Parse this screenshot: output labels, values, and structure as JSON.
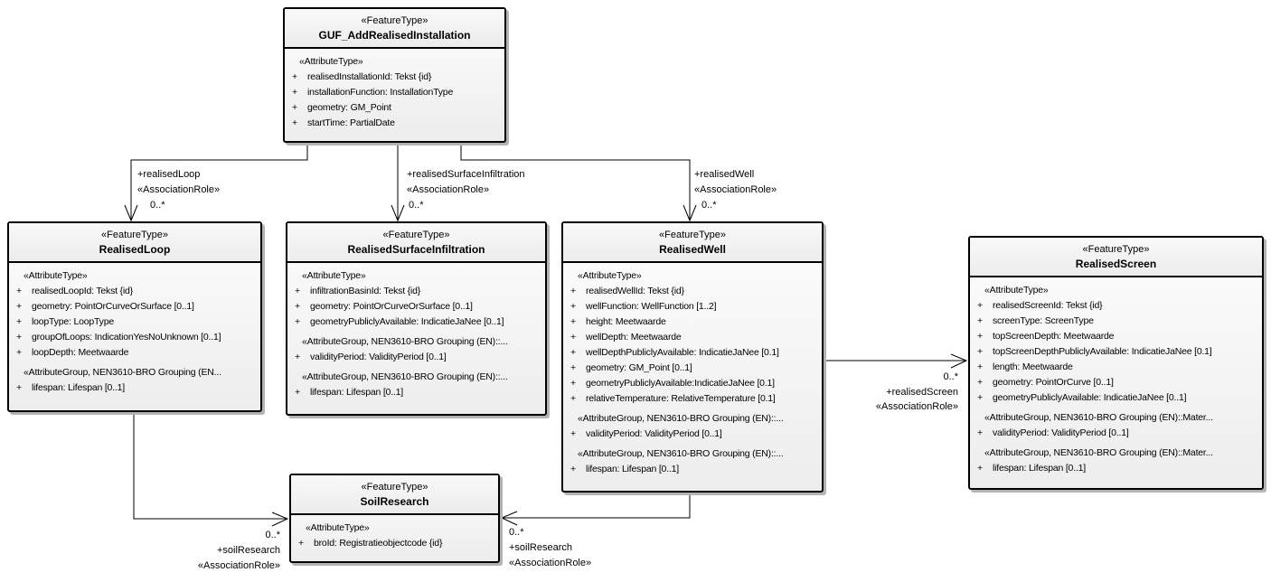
{
  "diagram": {
    "background_color": "#ffffff",
    "line_color": "#000000",
    "box_border_color": "#000000",
    "box_fill_top": "#fdfdfd",
    "box_fill_bottom": "#ededed",
    "shadow_color": "#b3b3b3"
  },
  "classes": [
    {
      "stereotype": "«FeatureType»",
      "name": "GUF_AddRealisedInstallation",
      "rows": [
        {
          "kind": "stereo",
          "text": "«AttributeType»"
        },
        {
          "kind": "attr",
          "vis": "+",
          "text": "realisedInstallationId: Tekst {id}"
        },
        {
          "kind": "attr",
          "vis": "+",
          "text": "installationFunction: InstallationType"
        },
        {
          "kind": "attr",
          "vis": "+",
          "text": "geometry: GM_Point"
        },
        {
          "kind": "attr",
          "vis": "+",
          "text": "startTime: PartialDate"
        }
      ]
    },
    {
      "stereotype": "«FeatureType»",
      "name": "RealisedLoop",
      "rows": [
        {
          "kind": "stereo",
          "text": "«AttributeType»"
        },
        {
          "kind": "attr",
          "vis": "+",
          "text": "realisedLoopId: Tekst {id}"
        },
        {
          "kind": "attr",
          "vis": "+",
          "text": "geometry: PointOrCurveOrSurface [0..1]"
        },
        {
          "kind": "attr",
          "vis": "+",
          "text": "loopType: LoopType"
        },
        {
          "kind": "attr",
          "vis": "+",
          "text": "groupOfLoops: IndicationYesNoUnknown [0..1]"
        },
        {
          "kind": "attr",
          "vis": "+",
          "text": "loopDepth: Meetwaarde"
        },
        {
          "kind": "stereo",
          "text": "«AttributeGroup, NEN3610-BRO Grouping (EN..."
        },
        {
          "kind": "attr",
          "vis": "+",
          "text": "lifespan: Lifespan [0..1]"
        }
      ]
    },
    {
      "stereotype": "«FeatureType»",
      "name": "RealisedSurfaceInfiltration",
      "rows": [
        {
          "kind": "stereo",
          "text": "«AttributeType»"
        },
        {
          "kind": "attr",
          "vis": "+",
          "text": "infiltrationBasinId: Tekst {id}"
        },
        {
          "kind": "attr",
          "vis": "+",
          "text": "geometry: PointOrCurveOrSurface [0..1]"
        },
        {
          "kind": "attr",
          "vis": "+",
          "text": "geometryPubliclyAvailable: IndicatieJaNee [0..1]"
        },
        {
          "kind": "stereo",
          "text": "«AttributeGroup, NEN3610-BRO Grouping (EN)::..."
        },
        {
          "kind": "attr",
          "vis": "+",
          "text": "validityPeriod: ValidityPeriod [0..1]"
        },
        {
          "kind": "stereo",
          "text": "«AttributeGroup, NEN3610-BRO Grouping (EN)::..."
        },
        {
          "kind": "attr",
          "vis": "+",
          "text": "lifespan: Lifespan [0..1]"
        }
      ]
    },
    {
      "stereotype": "«FeatureType»",
      "name": "RealisedWell",
      "rows": [
        {
          "kind": "stereo",
          "text": "«AttributeType»"
        },
        {
          "kind": "attr",
          "vis": "+",
          "text": "realisedWellId: Tekst {id}"
        },
        {
          "kind": "attr",
          "vis": "+",
          "text": "wellFunction: WellFunction [1..2]"
        },
        {
          "kind": "attr",
          "vis": "+",
          "text": "height: Meetwaarde"
        },
        {
          "kind": "attr",
          "vis": "+",
          "text": "wellDepth: Meetwaarde"
        },
        {
          "kind": "attr",
          "vis": "+",
          "text": "wellDepthPubliclyAvailable: IndicatieJaNee [0.1]"
        },
        {
          "kind": "attr",
          "vis": "+",
          "text": "geometry: GM_Point [0..1]"
        },
        {
          "kind": "attr",
          "vis": "+",
          "text": "geometryPubliclyAvailable:IndicatieJaNee [0.1]"
        },
        {
          "kind": "attr",
          "vis": "+",
          "text": "relativeTemperature: RelativeTemperature [0.1]"
        },
        {
          "kind": "stereo",
          "text": "«AttributeGroup, NEN3610-BRO Grouping (EN)::..."
        },
        {
          "kind": "attr",
          "vis": "+",
          "text": "validityPeriod: ValidityPeriod [0..1]"
        },
        {
          "kind": "stereo",
          "text": "«AttributeGroup, NEN3610-BRO Grouping (EN)::..."
        },
        {
          "kind": "attr",
          "vis": "+",
          "text": "lifespan: Lifespan [0..1]"
        }
      ]
    },
    {
      "stereotype": "«FeatureType»",
      "name": "RealisedScreen",
      "rows": [
        {
          "kind": "stereo",
          "text": "«AttributeType»"
        },
        {
          "kind": "attr",
          "vis": "+",
          "text": "realisedScreenId: Tekst {id}"
        },
        {
          "kind": "attr",
          "vis": "+",
          "text": "screenType: ScreenType"
        },
        {
          "kind": "attr",
          "vis": "+",
          "text": "topScreenDepth: Meetwaarde"
        },
        {
          "kind": "attr",
          "vis": "+",
          "text": "topScreenDepthPubliclyAvailable: IndicatieJaNee [0.1]"
        },
        {
          "kind": "attr",
          "vis": "+",
          "text": "length: Meetwaarde"
        },
        {
          "kind": "attr",
          "vis": "+",
          "text": "geometry: PointOrCurve [0..1]"
        },
        {
          "kind": "attr",
          "vis": "+",
          "text": "geometryPubliclyAvailable: IndicatieJaNee [0..1]"
        },
        {
          "kind": "stereo",
          "text": "«AttributeGroup, NEN3610-BRO Grouping (EN)::Mater..."
        },
        {
          "kind": "attr",
          "vis": "+",
          "text": "validityPeriod: ValidityPeriod [0..1]"
        },
        {
          "kind": "stereo",
          "text": "«AttributeGroup, NEN3610-BRO Grouping (EN)::Mater..."
        },
        {
          "kind": "attr",
          "vis": "+",
          "text": "lifespan: Lifespan [0..1]"
        }
      ]
    },
    {
      "stereotype": "«FeatureType»",
      "name": "SoilResearch",
      "rows": [
        {
          "kind": "stereo",
          "text": "«AttributeType»"
        },
        {
          "kind": "attr",
          "vis": "+",
          "text": "broId: Registratieobjectcode {id}"
        }
      ]
    }
  ],
  "associations": [
    {
      "role": "+realisedLoop",
      "stereotype": "«AssociationRole»",
      "multiplicity": "0..*"
    },
    {
      "role": "+realisedSurfaceInfiltration",
      "stereotype": "«AssociationRole»",
      "multiplicity": "0..*"
    },
    {
      "role": "+realisedWell",
      "stereotype": "«AssociationRole»",
      "multiplicity": "0..*"
    },
    {
      "role": "+realisedScreen",
      "stereotype": "«AssociationRole»",
      "multiplicity": "0..*"
    },
    {
      "role": "+soilResearch",
      "stereotype": "«AssociationRole»",
      "multiplicity": "0..*"
    },
    {
      "role": "+soilResearch",
      "stereotype": "«AssociationRole»",
      "multiplicity": "0..*"
    }
  ]
}
